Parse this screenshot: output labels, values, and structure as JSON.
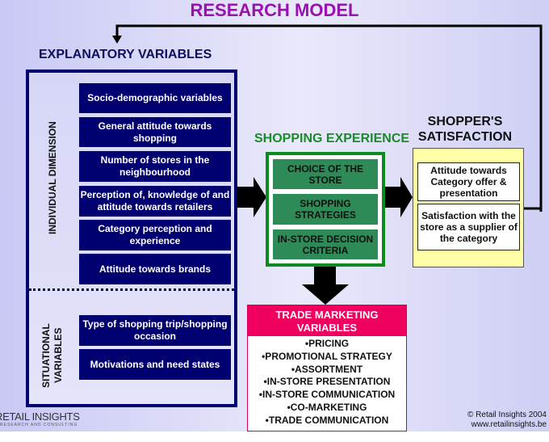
{
  "title": "RESEARCH MODEL",
  "explanatory": {
    "title": "EXPLANATORY VARIABLES",
    "individual_label": "INDIVIDUAL DIMENSION",
    "individual_items": [
      "Socio-demographic variables",
      "General attitude towards shopping",
      "Number of stores in the neighbourhood",
      "Perception of, knowledge of and attitude towards retailers",
      "Category perception and experience",
      "Attitude towards brands"
    ],
    "situational_label": "SITUATIONAL VARIABLES",
    "situational_items": [
      "Type of shopping trip/shopping occasion",
      "Motivations and need states"
    ]
  },
  "shopping": {
    "title": "SHOPPING EXPERIENCE",
    "items": [
      "CHOICE OF THE STORE",
      "SHOPPING STRATEGIES",
      "IN-STORE DECISION CRITERIA"
    ]
  },
  "satisfaction": {
    "title": "SHOPPER'S SATISFACTION",
    "items": [
      "Attitude towards Category offer & presentation",
      "Satisfaction with the store as a supplier of the category"
    ]
  },
  "trade": {
    "title": "TRADE MARKETING VARIABLES",
    "items": [
      "•PRICING",
      "•PROMOTIONAL STRATEGY",
      "•ASSORTMENT",
      "•IN-STORE PRESENTATION",
      "•IN-STORE COMMUNICATION",
      "•CO-MARKETING",
      "•TRADE COMMUNICATION"
    ]
  },
  "footer": {
    "logo_main": "RETAIL INSIGHTS",
    "logo_sub": "RESEARCH AND CONSULTING",
    "copyright": "© Retail Insights 2004",
    "url": "www.retailinsights.be"
  },
  "colors": {
    "title": "#9a10b0",
    "navy": "#000070",
    "green": "#2e8b57",
    "pink": "#f0005e",
    "yellow": "#ffffa8"
  }
}
